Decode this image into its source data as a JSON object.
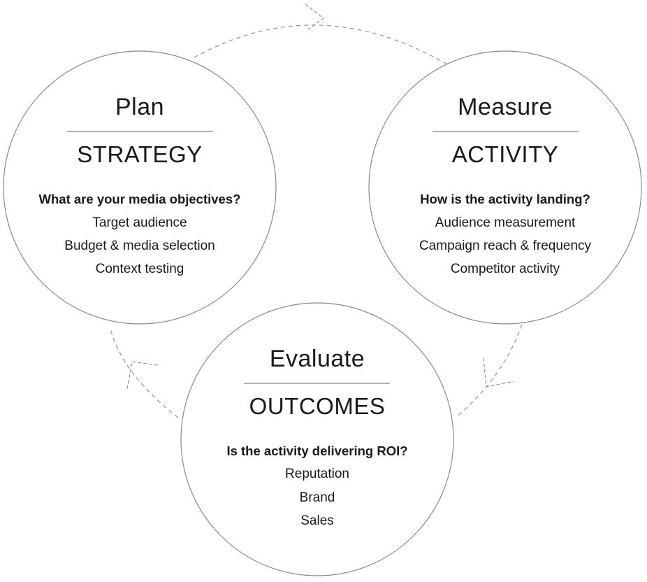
{
  "stages": {
    "plan": {
      "title": "Plan",
      "subtitle": "STRATEGY",
      "question": "What are your media objectives?",
      "items": [
        "Target audience",
        "Budget & media selection",
        "Context testing"
      ]
    },
    "measure": {
      "title": "Measure",
      "subtitle": "ACTIVITY",
      "question": "How is the activity landing?",
      "items": [
        "Audience measurement",
        "Campaign reach & frequency",
        "Competitor activity"
      ]
    },
    "evaluate": {
      "title": "Evaluate",
      "subtitle": "OUTCOMES",
      "question": "Is the activity delivering ROI?",
      "items": [
        "Reputation",
        "Brand",
        "Sales"
      ]
    }
  },
  "colors": {
    "outline": "#8a8a8a",
    "text": "#1a1a1a"
  }
}
